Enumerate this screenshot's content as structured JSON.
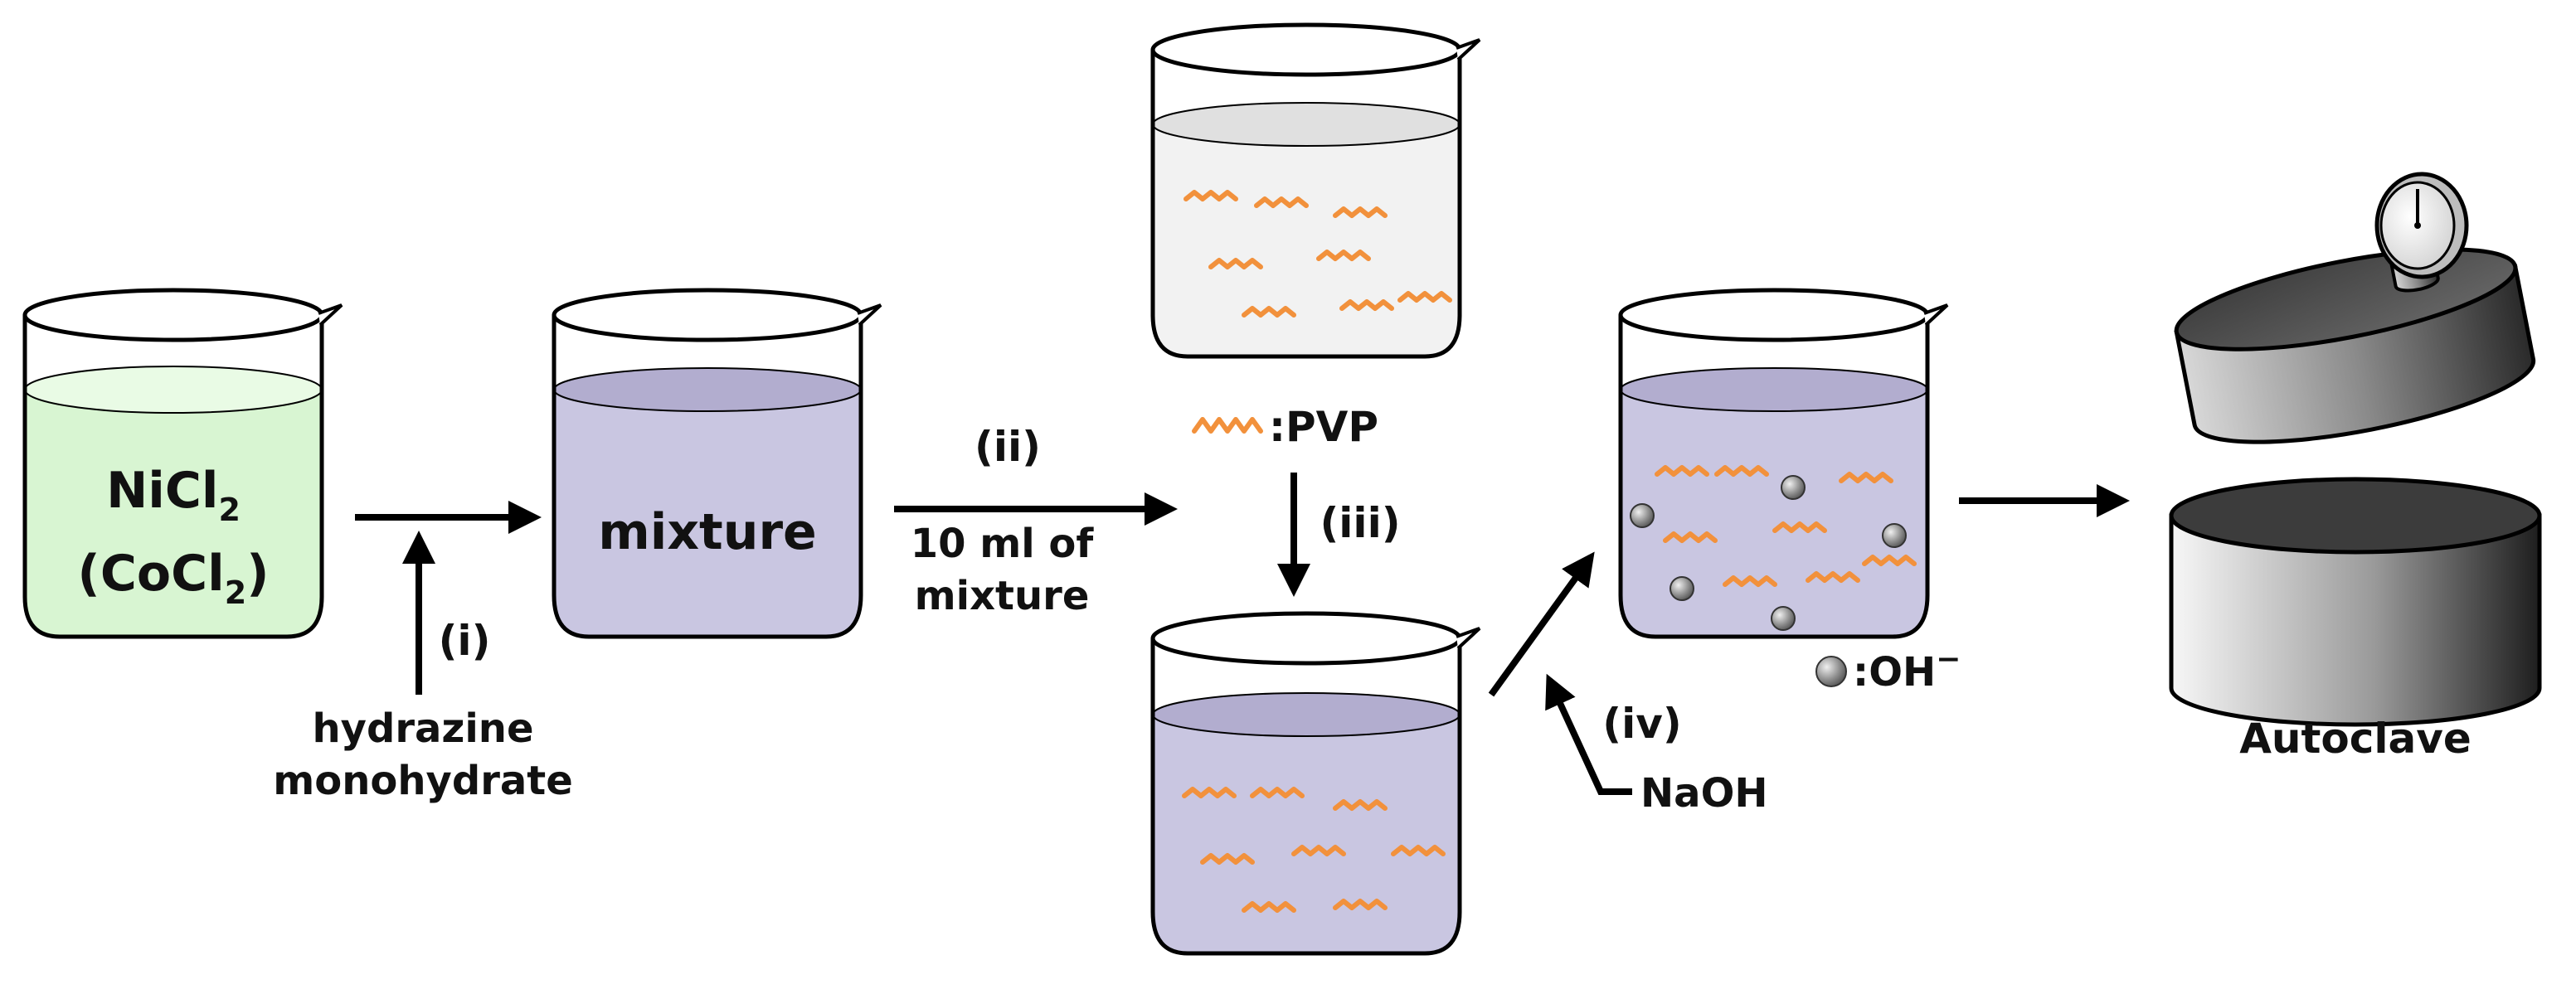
{
  "colors": {
    "green_liquid": "#d8f5d2",
    "purple_liquid": "#c9c6e1",
    "purple_liquid_top": "#b2adcf",
    "grey_liquid": "#f2f2f2",
    "grey_liquid_top": "#e0e0e0",
    "pvp_orange": "#f2913c",
    "hydroxide_grey": "#7f7f7f"
  },
  "labels": {
    "nicl2": "NiCl",
    "nicl2_sub": "2",
    "cocl2_open": "(CoCl",
    "cocl2_sub": "2",
    "cocl2_close": ")",
    "mixture": "mixture",
    "step_i": "(i)",
    "hydrazine_line1": "hydrazine",
    "hydrazine_line2": "monohydrate",
    "step_ii": "(ii)",
    "ten_ml_line1": "10 ml of",
    "ten_ml_line2": "mixture",
    "pvp_legend": ":PVP",
    "step_iii": "(iii)",
    "step_iv": "(iv)",
    "naoh": "NaOH",
    "oh_legend": ":OH",
    "oh_charge": "−",
    "autoclave": "Autoclave"
  },
  "icons": {
    "pvp": "pvp-chain-icon",
    "hydroxide": "hydroxide-sphere-icon",
    "gauge": "pressure-gauge-icon"
  }
}
